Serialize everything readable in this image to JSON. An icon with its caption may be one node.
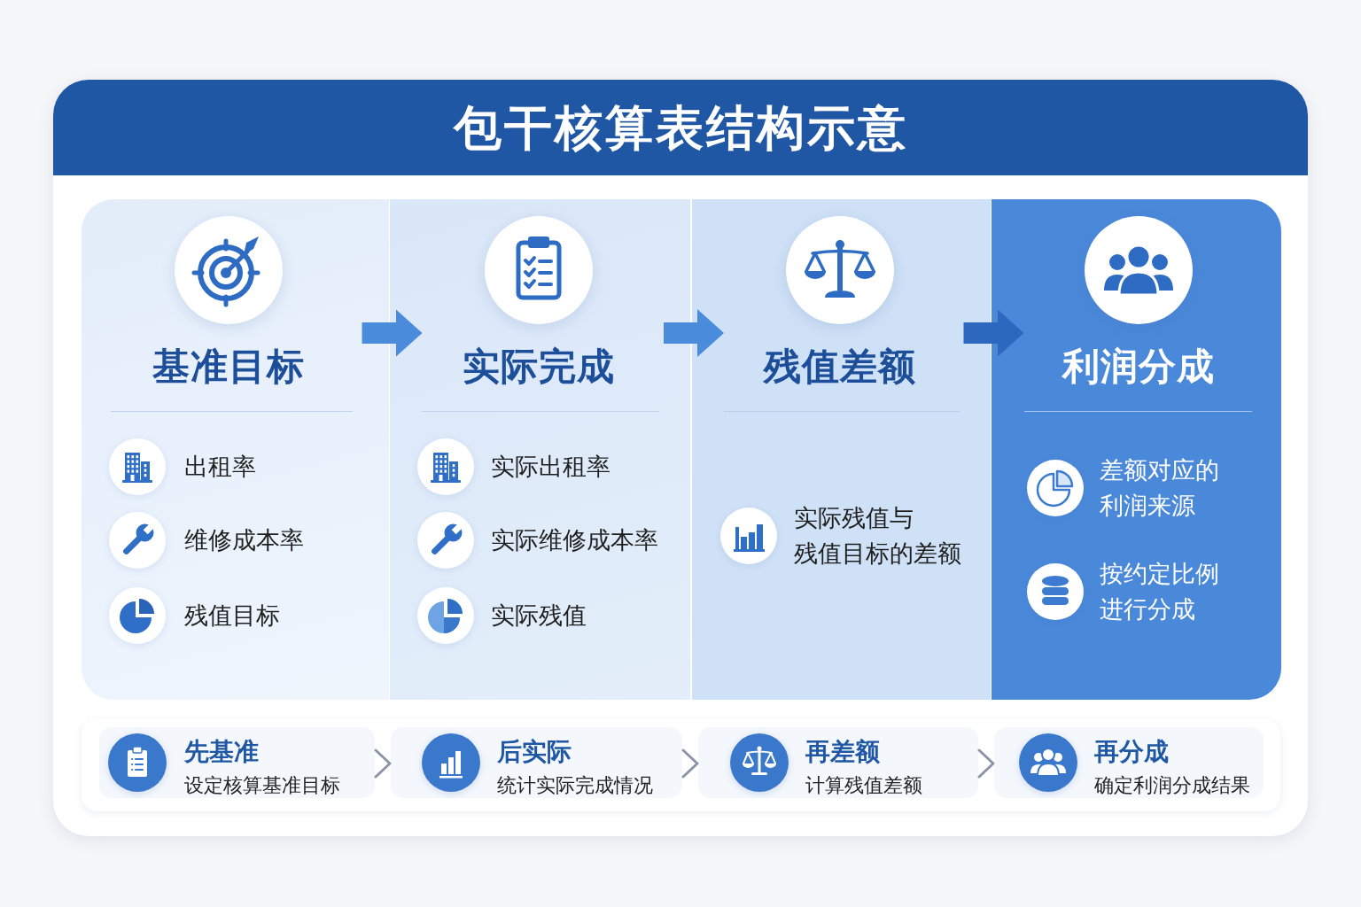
{
  "diagram": {
    "title": "包干核算表结构示意",
    "nodes": [
      {
        "text": [
          "基准目标",
          "出租率",
          "维修成本率",
          "残值目标"
        ]
      },
      {
        "text": [
          "实际完成",
          "实际出租率",
          "实际维修成本率",
          "实际残值"
        ]
      },
      {
        "text": [
          "残值差额",
          "实际残值与残值目标的差额"
        ]
      },
      {
        "text": [
          "利润分成",
          "差额对应的利润来源",
          "按约定比例进行分成"
        ]
      },
      {
        "text": [
          "先基准",
          "设定核算基准目标"
        ]
      },
      {
        "text": [
          "后实际",
          "统计实际完成情况"
        ]
      },
      {
        "text": [
          "再差额",
          "计算残值差额"
        ]
      },
      {
        "text": [
          "再分成",
          "确定利润分成结果"
        ]
      }
    ],
    "edges": [
      {
        "from": 0,
        "to": 1,
        "arrow": "to",
        "style": "thick"
      },
      {
        "from": 1,
        "to": 2,
        "arrow": "to",
        "style": "thick"
      },
      {
        "from": 2,
        "to": 3,
        "arrow": "to",
        "style": "thick",
        "color": "#2d68bf"
      },
      {
        "from": 4,
        "to": 5,
        "arrow": "to"
      },
      {
        "from": 5,
        "to": 6,
        "arrow": "to"
      },
      {
        "from": 6,
        "to": 7,
        "arrow": "to"
      }
    ]
  }
}
